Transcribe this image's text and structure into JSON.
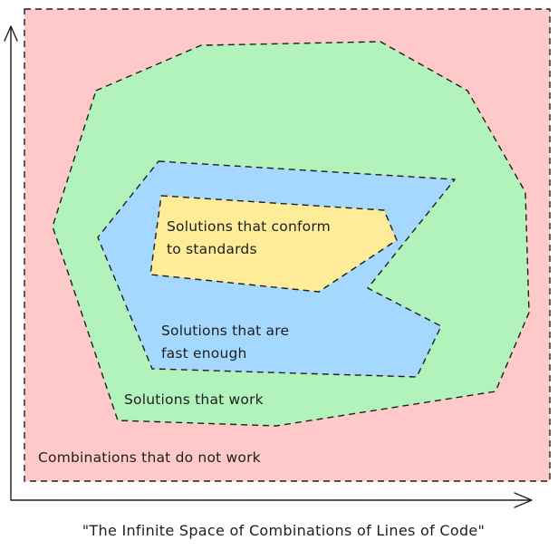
{
  "diagram": {
    "caption": "\"The Infinite Space of Combinations of Lines of Code\"",
    "regions": {
      "outer": {
        "label": "Combinations that do not work",
        "color": "#ffc9c9"
      },
      "work": {
        "label": "Solutions that work",
        "color": "#b2f2bb"
      },
      "fast": {
        "label_line1": "Solutions that are",
        "label_line2": "fast enough",
        "color": "#a5d8ff"
      },
      "standards": {
        "label_line1": "Solutions that conform",
        "label_line2": "to standards",
        "color": "#ffec99"
      }
    },
    "stroke_color": "#1e1e1e"
  }
}
